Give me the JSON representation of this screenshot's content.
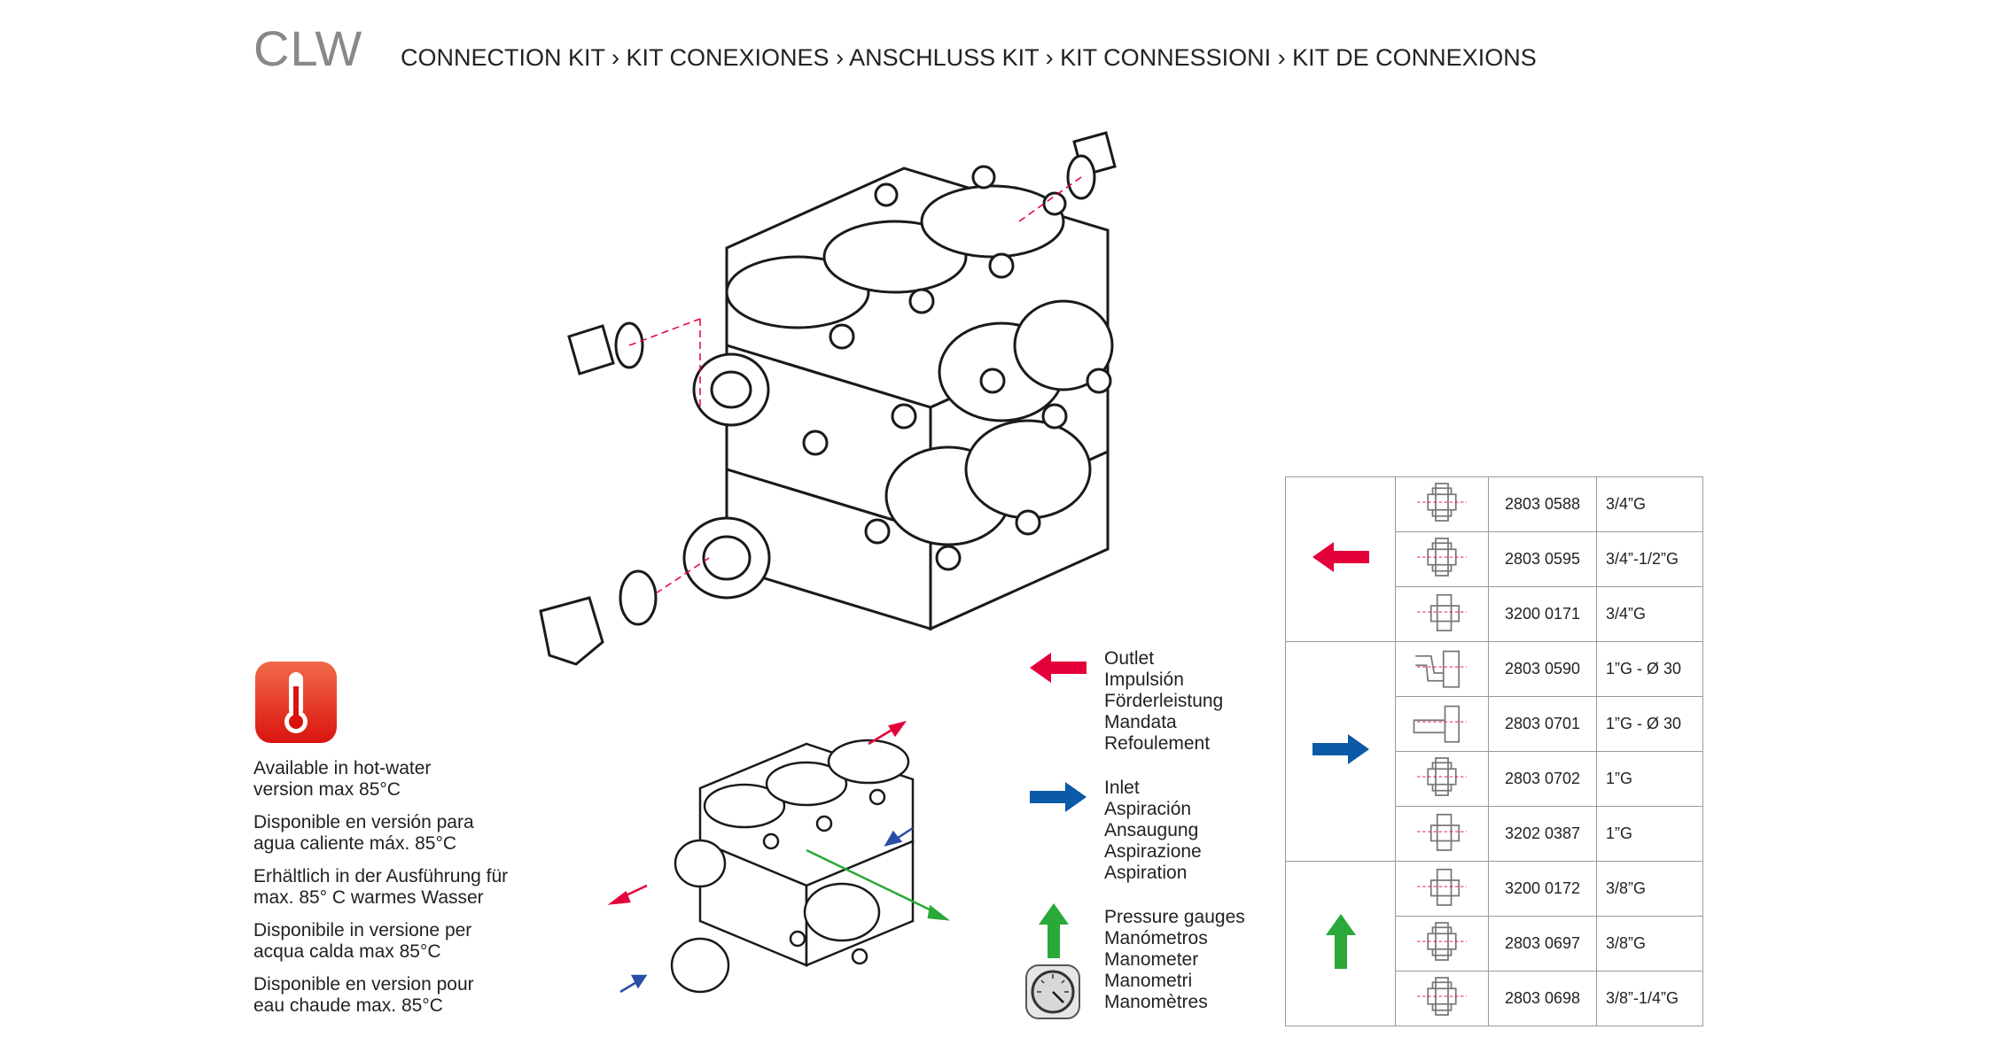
{
  "header": {
    "brand": "CLW",
    "subtitle": "CONNECTION KIT › KIT CONEXIONES › ANSCHLUSS KIT › KIT CONNESSIONI › KIT DE CONNEXIONS"
  },
  "hot_water": {
    "icon": "thermometer-icon",
    "texts": [
      [
        "Available in hot-water",
        "version max 85°C"
      ],
      [
        "Disponible en versión para",
        "agua caliente máx. 85°C"
      ],
      [
        "Erhältlich in der Ausführung für",
        "max. 85° C warmes Wasser"
      ],
      [
        "Disponibile in versione per",
        "acqua calda max 85°C"
      ],
      [
        "Disponible en version pour",
        "eau chaude max. 85°C"
      ]
    ]
  },
  "legend": {
    "outlet": {
      "color": "#e4003a",
      "lines": [
        "Outlet",
        "Impulsión",
        "Förderleistung",
        "Mandata",
        "Refoulement"
      ]
    },
    "inlet": {
      "color": "#0a5aa8",
      "lines": [
        "Inlet",
        "Aspiración",
        "Ansaugung",
        "Aspirazione",
        "Aspiration"
      ]
    },
    "gauge": {
      "color": "#2aa838",
      "lines": [
        "Pressure gauges",
        "Manómetros",
        "Manometer",
        "Manometri",
        "Manomètres"
      ]
    }
  },
  "table": {
    "groups": [
      {
        "type": "outlet",
        "rows": [
          {
            "code": "2803 0588",
            "size": "3/4”G",
            "shape": "straight"
          },
          {
            "code": "2803 0595",
            "size": "3/4”-1/2”G",
            "shape": "straight"
          },
          {
            "code": "3200 0171",
            "size": "3/4”G",
            "shape": "half"
          }
        ]
      },
      {
        "type": "inlet",
        "rows": [
          {
            "code": "2803 0590",
            "size": "1”G - Ø 30",
            "shape": "elbow"
          },
          {
            "code": "2803 0701",
            "size": "1”G - Ø 30",
            "shape": "hose"
          },
          {
            "code": "2803 0702",
            "size": "1”G",
            "shape": "straight"
          },
          {
            "code": "3202 0387",
            "size": "1”G",
            "shape": "half"
          }
        ]
      },
      {
        "type": "gauge",
        "rows": [
          {
            "code": "3200 0172",
            "size": "3/8”G",
            "shape": "half"
          },
          {
            "code": "2803 0697",
            "size": "3/8”G",
            "shape": "straight"
          },
          {
            "code": "2803 0698",
            "size": "3/8”-1/4”G",
            "shape": "straight"
          }
        ]
      }
    ]
  }
}
